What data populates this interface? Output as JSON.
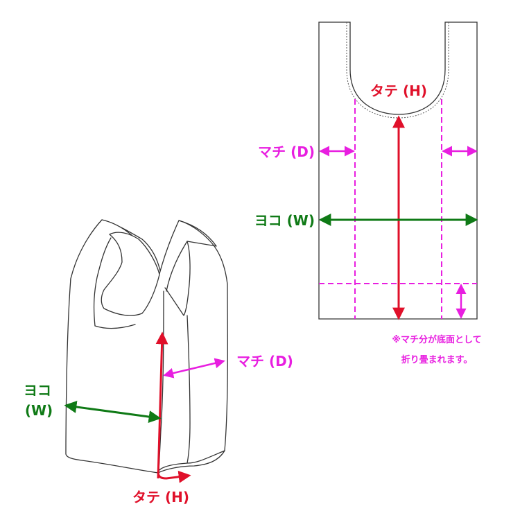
{
  "labels": {
    "height": "タテ (H)",
    "gusset": "マチ (D)",
    "width": "ヨコ (W)",
    "width_line1": "ヨコ",
    "width_line2": "(W)"
  },
  "note": {
    "line1": "※マチ分が底面として",
    "line2": "折り畳まれます。"
  },
  "colors": {
    "height": "#e0102a",
    "gusset": "#e81ee0",
    "width": "#0f7a16",
    "outline": "#333333"
  }
}
